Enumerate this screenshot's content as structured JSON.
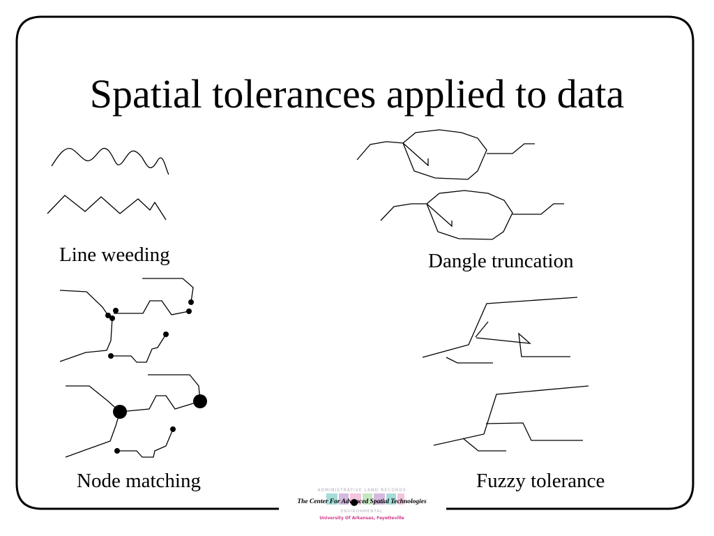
{
  "slide": {
    "title": "Spatial tolerances applied to data",
    "captions": {
      "line_weeding": "Line weeding",
      "dangle_truncation": "Dangle truncation",
      "node_matching": "Node matching",
      "fuzzy_tolerance": "Fuzzy tolerance"
    },
    "logo": {
      "top_text": "ADMINISTRATIVE LAND RECORDS",
      "name": "The Center For Advanced Spatial Technologies",
      "middle_text": "ENVIRONMENTAL",
      "university": "University Of Arkansas, Fayetteville"
    },
    "colors": {
      "border": "#000000",
      "logo_pink": "#d23a8a",
      "logo_teal": "#8fd3d0",
      "logo_lilac": "#c9a8d8"
    }
  }
}
